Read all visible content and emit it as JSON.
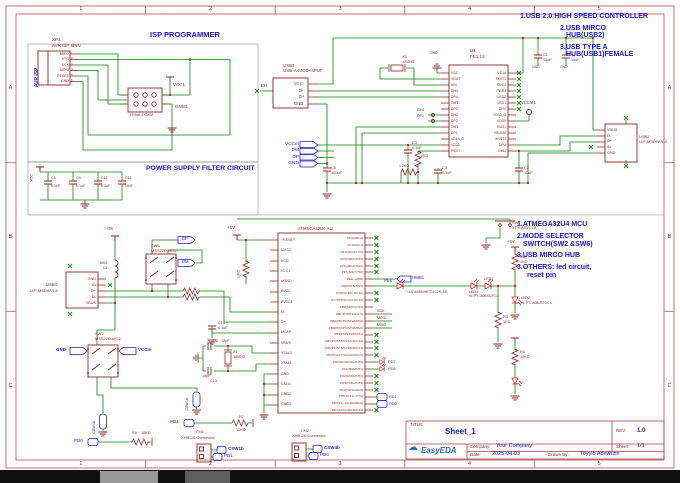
{
  "sheet": {
    "grid_numbers": [
      "1",
      "2",
      "3",
      "4",
      "5"
    ],
    "grid_letters": [
      "A",
      "B",
      "C"
    ]
  },
  "notes": {
    "isp": "ISP PROGRAMMER",
    "power": "POWER SUPPLY FILTER CIRCUIT",
    "usb1_line": "1.USB 2.0 HIGH SPEED CONTROLLER",
    "usb2_line": "2.USB MIRCO",
    "usb2_line2": "HUB(USB2)",
    "usb3_line": "3.USB TYPE A",
    "usb3_line2": "HUB(USB1)FEMALE",
    "mcu1": "1.ATMEGA32U4 MCU",
    "mcu2": "2.MODE SELECTOR",
    "mcu2b": "SWITCH(SW2 &SW6)",
    "mcu3": "3.USB MIRCO HUB",
    "mcu4": "3.OTHERS: led circuit,",
    "mcu4b": "reset pin"
  },
  "isp": {
    "ref": "XP1",
    "part": "AVR ISP 6PIN",
    "body": "AVR ISP",
    "pins": [
      "MISO",
      "VTG",
      "SCK",
      "MOSI",
      "RESET",
      "GND"
    ],
    "nums": [
      "1",
      "2",
      "3",
      "4",
      "5",
      "6"
    ],
    "header_part": "FEMD-2X3SM",
    "vcc1": "VCC1",
    "gnd1": "GND1"
  },
  "power": {
    "vcc": "VCC",
    "c8": "C8",
    "c8v": "0.1uF",
    "c9": "C9",
    "c9v": "0.1uF",
    "c12": "C12",
    "c12v": "0.1uF",
    "c11": "C11",
    "c11v": "10uF"
  },
  "usb1": {
    "ref": "USB1",
    "part": "USB-A-MOD+4PUF",
    "vcc": "VCC",
    "dm": "D-",
    "dp": "D+",
    "gnd": "GND",
    "eh": "EH"
  },
  "flags": {
    "vccm": "VCCm",
    "dm": "DM",
    "dp": "DP",
    "gnd": "GND"
  },
  "caps": {
    "c6": "C6",
    "c6v": "100uF",
    "c3": "C3",
    "c3v": "0.1uF",
    "c1": "C1",
    "c1v": "10uF",
    "c7": "C7",
    "c7v": "10uF",
    "c2": "C2",
    "c2v": "10uF",
    "c4": "C4",
    "c4v": "0.1uF",
    "c14": "C14",
    "c14v": "0.1uF"
  },
  "gnd_text": "GND",
  "x3": {
    "ref": "X3",
    "val": "12MHZ"
  },
  "hub": {
    "ref": "U1",
    "part": "FE1.1S",
    "left": [
      "VSS",
      "XOUT",
      "XIN",
      "DM4",
      "DP4",
      "DM3",
      "DP3",
      "DM2",
      "DP2",
      "DM1",
      "DP1",
      "VD18_O",
      "VD33",
      "REXT"
    ],
    "right": [
      "VD18",
      "TESTJ",
      "OVCJ",
      "PWRJ",
      "LED2",
      "LED1",
      "DRV",
      "VD33_O",
      "VDD5",
      "BUSJ",
      "VBUSM",
      "XRSTJ",
      "DPU",
      "DMU"
    ],
    "dm1": "DM1",
    "dp1": "DP1",
    "vccm1": "VCCM1",
    "r_vert": "2KΩ",
    "r_horiz": "1.2KΩ"
  },
  "usb2": {
    "ref": "USB2",
    "part": "U-F-MSDW-Y-4",
    "pins": [
      "VBUS",
      "D-",
      "D+",
      "ID",
      "GND"
    ]
  },
  "mcu": {
    "part": "ATMEGA32U4-AU",
    "left": [
      "~RESET",
      "UVCC",
      "VCC",
      "VCC1",
      "UGND",
      "AVCC",
      "AVCC1",
      "D-",
      "D+",
      "UCAP",
      "VBUS",
      "XTAL2",
      "XTAL1",
      "GND",
      "GND1",
      "GND2",
      "GND3"
    ],
    "right": [
      "PF0(ADC0)",
      "PF1(ADC1)",
      "PF4(ADC4/TCK)",
      "PF5(ADC5/TMS)",
      "PF6(ADC6/TDO)",
      "PF7(ADC7/TDI)",
      "PE2(~HWB)",
      "PE6(INT6/AIN0)",
      "PC6(OC3A/~OC4A)",
      "PC7(ICP3/CLK0/OC4A)",
      "PB0(SS/PCINT0)",
      "PB1(PCINT1/SCLK)",
      "PB2(PDI/PCINT2/MOSI)",
      "PB3(PDO/PCINT3/MISO)",
      "PB4(PCINT4/ADC11)",
      "PB5(PCINT5/OC1A/ADC12)",
      "PB6(PCINT6/OC1B/ADC13)",
      "PB7(PCINT7/OC0A/OC1C)",
      "PD0(OC0B/SCL/INT0)",
      "PD1(SDA/INT1)",
      "PD2(RXD1/INT2)",
      "PD3(TXD1/INT3)",
      "PD4(ICP1/ADC8)",
      "PD5(XCK1/~CTS)",
      "PD6(T1/~OC4D/ADC9)",
      "PD7(T0/OC4D/ADC10)"
    ],
    "p5v": "+5V",
    "r5v": "10KΩ"
  },
  "sw7": {
    "ref": "SW7",
    "part": "YTS-A011-1B"
  },
  "right": {
    "r8": "R8",
    "r8v": "1KΩ",
    "led1": "LED1",
    "led4": "LED4",
    "led4p": "HL-PT-1608X52FC-L",
    "led2": "LED2",
    "led2p": "HL-PT-1608USTGC-L",
    "tj": "TJ-S1608SW6TGLC2R-A5",
    "pe6": "PE6",
    "hwb1": "HWB1",
    "r3": "R3",
    "r3v": "1KΩ",
    "r4": "R4",
    "r4v": "10KΩ",
    "sck": "SCK",
    "mosi": "MOSI",
    "miso": "MISO",
    "pd7": "PD7",
    "pd6": "PD6",
    "pd1": "PD1",
    "pd0": "PD0"
  },
  "l1": {
    "ref": "L1",
    "val": "60Ω",
    "p5v": "+5V"
  },
  "sw6": {
    "ref": "SW6",
    "part": "MSS22D18G2",
    "dp": "DP",
    "dm": "DM"
  },
  "usb4": {
    "ref": "USB4",
    "part": "U-F-MSDW-Y-4",
    "pins": [
      "GND",
      "ID",
      "D+",
      "D-",
      "VBUS"
    ]
  },
  "sw2": {
    "ref": "SW2",
    "part": "MSS22D18G2",
    "gnd": "GND",
    "vccm": "VCCm"
  },
  "xtal": {
    "x1": "X1",
    "x1v": "16MHZ",
    "c5": "C5",
    "c5v": "18pF",
    "c13": "C13",
    "c13v": "18pF"
  },
  "csw": {
    "csw4b": "CSW4b",
    "csw1b": "CSW1b"
  },
  "bottom": {
    "pd1": "PD1",
    "pd0": "PD0",
    "r7": "R7",
    "r7v": "10KΩ",
    "r6": "R6",
    "r6v": "10KΩ",
    "cn1": "CN1",
    "cn2": "CN2",
    "conn": "XHB-2A Connector",
    "csw1b": "CSW1b",
    "csw4b": "CSW4b"
  },
  "title_block": {
    "title_label": "TITLE:",
    "title": "Sheet_1",
    "rev_label": "REV:",
    "rev": "1.0",
    "company_label": "Company:",
    "company": "Your Company",
    "sheet_label": "Sheet:",
    "sheet": "1/1",
    "date_label": "Date:",
    "date": "2025-04-03",
    "drawn_label": "Drawn By:",
    "drawn": "Toyyib Adewumi",
    "logo": "EasyEDA"
  }
}
